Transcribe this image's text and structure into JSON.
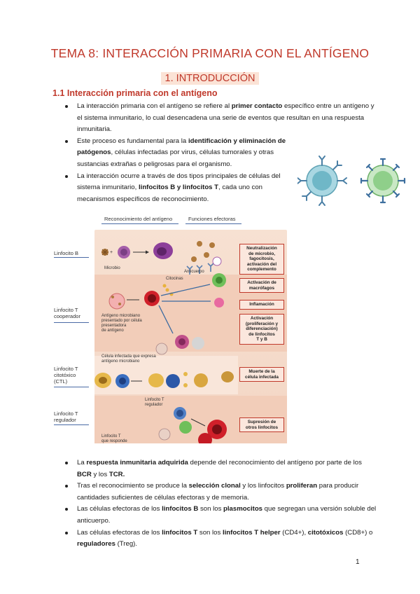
{
  "title": "TEMA 8: INTERACCIÓN PRIMARIA CON EL ANTÍGENO",
  "section": "1.  INTRODUCCIÓN",
  "subsection": "1.1 Interacción primaria con el antígeno",
  "intro_bullets": [
    [
      {
        "t": "La interacción primaria con el antígeno se refiere al "
      },
      {
        "t": "primer contacto",
        "b": true
      },
      {
        "t": " específico entre un antígeno y el sistema inmunitario, lo cual desencadena una serie de eventos que resultan en una respuesta inmunitaria."
      }
    ],
    [
      {
        "t": "Este proceso es fundamental para la "
      },
      {
        "t": "identificación y eliminación de patógenos",
        "b": true
      },
      {
        "t": ", células infectadas por virus, células tumorales y otras sustancias extrañas o peligrosas para el organismo."
      }
    ],
    [
      {
        "t": "La interacción ocurre a través de dos tipos principales de células del sistema inmunitario, "
      },
      {
        "t": "linfocitos B y linfocitos T",
        "b": true
      },
      {
        "t": ", cada uno con mecanismos específicos de reconocimiento."
      }
    ]
  ],
  "figure": {
    "header_left": "Reconocimiento del antígeno",
    "header_right": "Funciones efectoras",
    "rows": [
      {
        "label": "Linfocito B"
      },
      {
        "label": "Linfocito T\ncooperador"
      },
      {
        "label": "Linfocito T\ncitotóxico\n(CTL)"
      },
      {
        "label": "Linfocito T\nregulador"
      }
    ],
    "effects": [
      "Neutralización\nde microbio,\nfagocitosis,\nactivación del\ncomplemento",
      "Activación de\nmacrófagos",
      "Inflamación",
      "Activación\n(proliferación y\ndiferenciación)\nde linfocitos\nT y B",
      "Muerte de la\ncélula infectada",
      "Supresión de\notros linfocitos"
    ],
    "notes": {
      "microbio": "Microbio",
      "anticuerpo": "Anticuerpo",
      "citocinas": "Citocinas",
      "apc": "Antígeno microbiano\npresentado por célula\npresentadora\nde antígeno",
      "infected": "Célula infectada que expresa\nantígeno microbiano",
      "treg": "Linfocito T\nregulador",
      "tresp": "Linfocito T\nque responde"
    }
  },
  "outro_bullets": [
    [
      {
        "t": "La "
      },
      {
        "t": "respuesta inmunitaria adquirida",
        "b": true
      },
      {
        "t": " depende del reconocimiento del antígeno por parte de los "
      },
      {
        "t": "BCR",
        "b": true
      },
      {
        "t": " y los "
      },
      {
        "t": "TCR.",
        "b": true
      }
    ],
    [
      {
        "t": "Tras el reconocimiento se produce la "
      },
      {
        "t": "selección clonal",
        "b": true
      },
      {
        "t": " y los linfocitos "
      },
      {
        "t": "proliferan",
        "b": true
      },
      {
        "t": " para producir cantidades suficientes de células efectoras y de memoria."
      }
    ],
    [
      {
        "t": "Las células efectoras de los "
      },
      {
        "t": "linfocitos B",
        "b": true
      },
      {
        "t": " son los "
      },
      {
        "t": "plasmocitos",
        "b": true
      },
      {
        "t": " que segregan una versión soluble del anticuerpo."
      }
    ],
    [
      {
        "t": "Las células efectoras de los "
      },
      {
        "t": "linfocitos T",
        "b": true
      },
      {
        "t": " son los "
      },
      {
        "t": "linfocitos T helper",
        "b": true
      },
      {
        "t": " (CD4+), "
      },
      {
        "t": "citotóxicos",
        "b": true
      },
      {
        "t": " (CD8+) o "
      },
      {
        "t": "reguladores",
        "b": true
      },
      {
        "t": " (Treg)."
      }
    ]
  ],
  "page_number": "1",
  "colors": {
    "heading": "#c0392b",
    "band": "#f2cdb9",
    "cell_b": "#6fb7c7",
    "cell_t": "#8fcf8a"
  }
}
